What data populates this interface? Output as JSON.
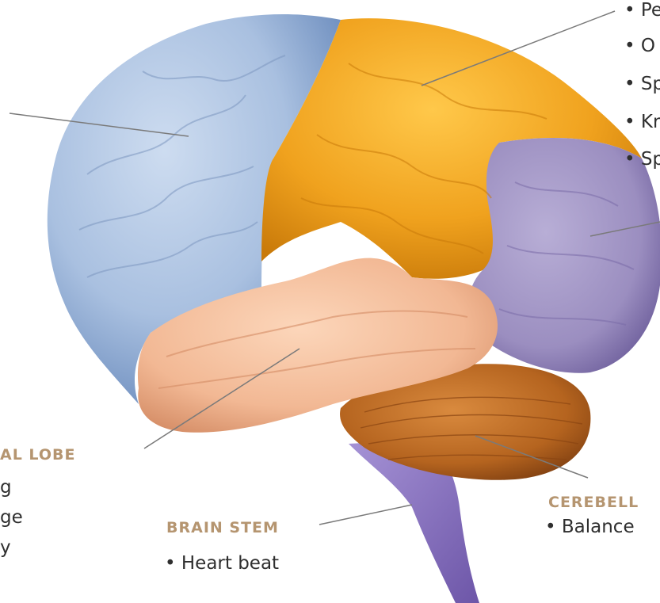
{
  "colors": {
    "frontal": "#a9c0e0",
    "parietal": "#f0a21e",
    "occipital": "#9b8ec0",
    "temporal": "#f2b894",
    "cerebellum": "#b5641f",
    "brainstem": "#8a74c2",
    "heading": "#b59570",
    "leader_line": "#7a7a7a"
  },
  "labels": {
    "temporal_heading": "AL LOBE",
    "temporal_items": [
      "g",
      "ge",
      "y"
    ],
    "brainstem_heading": "BRAIN STEM",
    "brainstem_item": "• Heart beat",
    "cerebellum_heading": "CEREBELL",
    "cerebellum_item": "• Balance",
    "parietal_items": [
      "• Pe",
      "• O",
      "• Sp",
      "• Kr",
      "• Sp"
    ]
  }
}
